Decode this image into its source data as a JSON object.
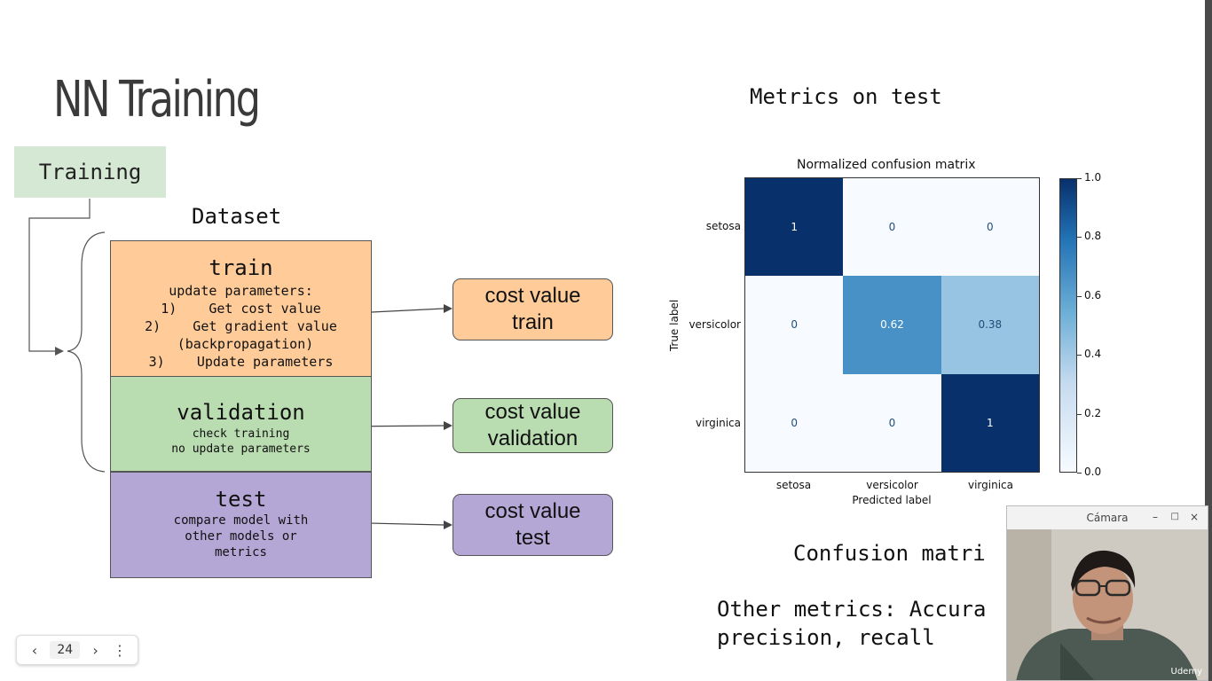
{
  "slide": {
    "title": "NN Training",
    "training_label": "Training",
    "dataset_label": "Dataset",
    "train_block": {
      "title": "train",
      "lines": [
        "update parameters:",
        "1)    Get cost value",
        "2)    Get gradient value",
        "(backpropagation)",
        "3)    Update parameters"
      ]
    },
    "validation_block": {
      "title": "validation",
      "lines": [
        "check training",
        "no update parameters"
      ]
    },
    "test_block": {
      "title": "test",
      "lines": [
        "compare model with",
        "other models or",
        "metrics"
      ]
    },
    "cost_boxes": {
      "train": [
        "cost value",
        "train"
      ],
      "validation": [
        "cost value",
        "validation"
      ],
      "test": [
        "cost value",
        "test"
      ]
    },
    "metrics_title": "Metrics on test",
    "confusion_text": "Confusion matri",
    "other_metrics_line1": "Other metrics: Accura",
    "other_metrics_line2": "precision, recall"
  },
  "chart_data": {
    "type": "heatmap",
    "title": "Normalized confusion matrix",
    "xlabel": "Predicted label",
    "ylabel": "True label",
    "x": [
      "setosa",
      "versicolor",
      "virginica"
    ],
    "y": [
      "setosa",
      "versicolor",
      "virginica"
    ],
    "values": [
      [
        1,
        0,
        0
      ],
      [
        0,
        0.62,
        0.38
      ],
      [
        0,
        0,
        1
      ]
    ],
    "value_labels": [
      [
        "1",
        "0",
        "0"
      ],
      [
        "0",
        "0.62",
        "0.38"
      ],
      [
        "0",
        "0",
        "1"
      ]
    ],
    "colorbar_ticks": [
      "1.0",
      "0.8",
      "0.6",
      "0.4",
      "0.2",
      "0.0"
    ],
    "zlim": [
      0,
      1
    ],
    "colormap": "Blues"
  },
  "camera": {
    "title": "Cámara",
    "minimize": "–",
    "maximize": "□",
    "close": "×"
  },
  "nav": {
    "prev": "‹",
    "page": "24",
    "next": "›",
    "more": "⋮"
  },
  "colors": {
    "train": "#ffcc99",
    "validation": "#b9dcb0",
    "test": "#b4a7d6",
    "training_label": "#d5e8d4"
  }
}
